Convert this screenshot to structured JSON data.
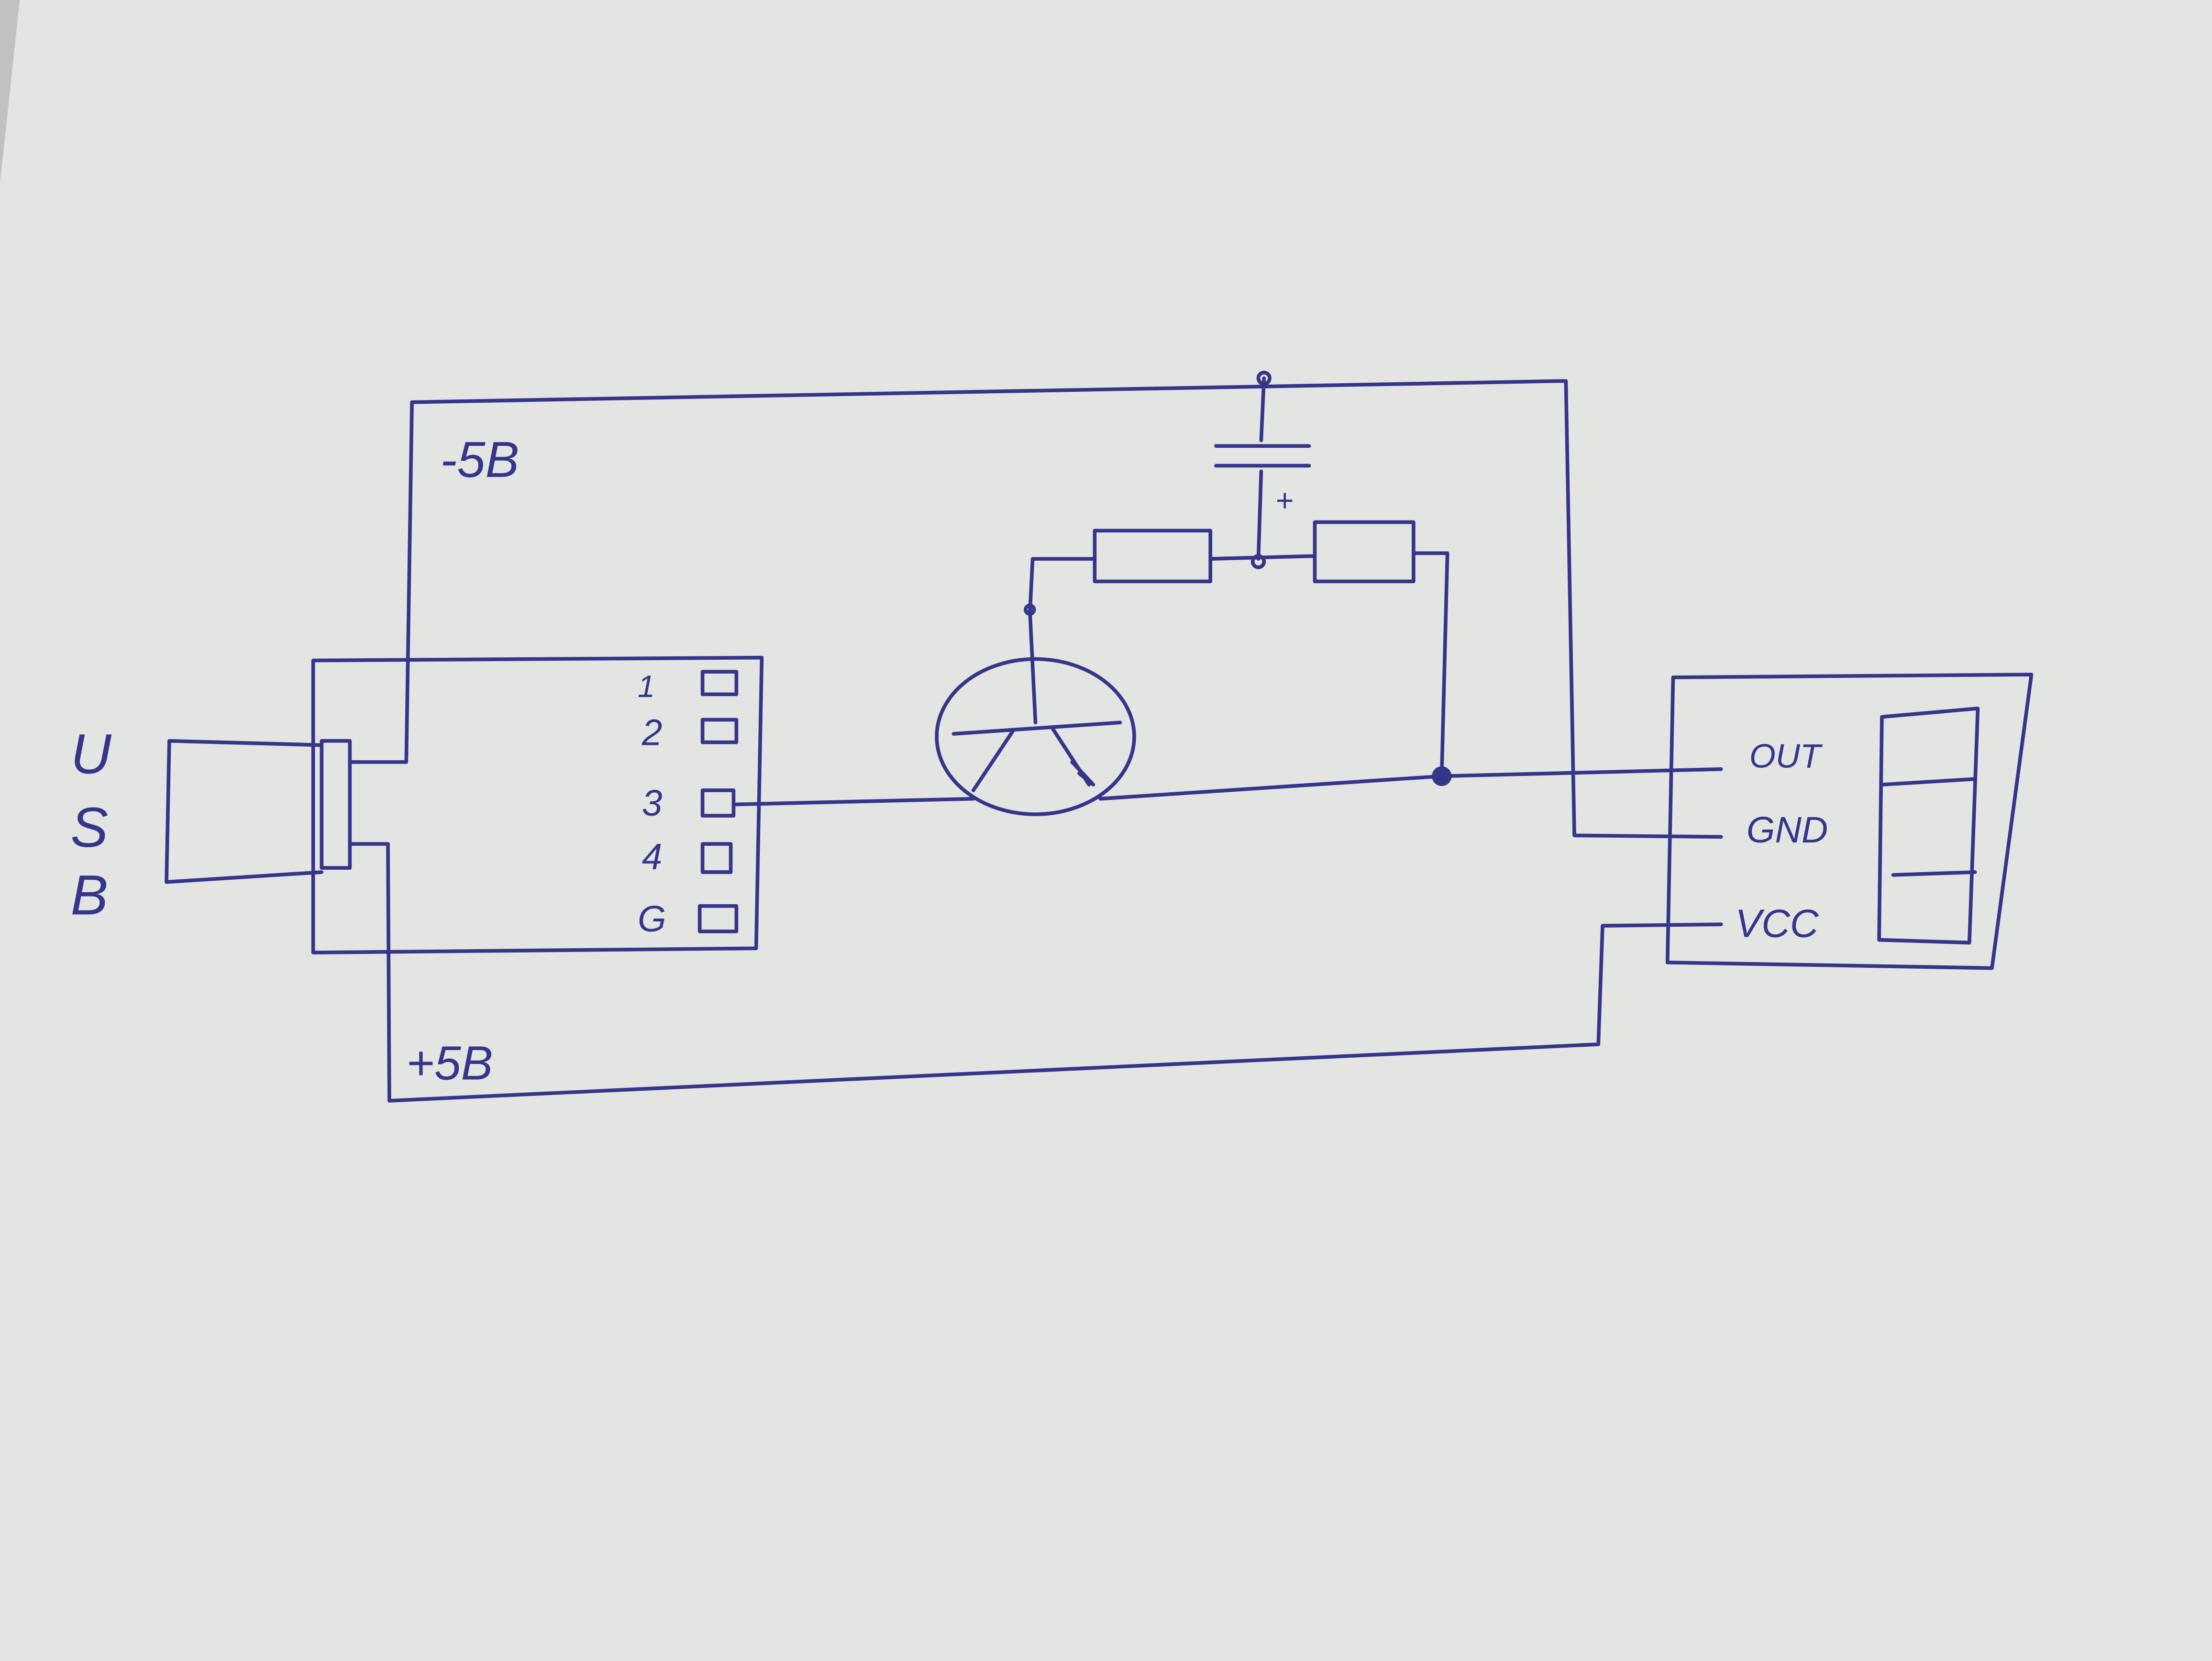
{
  "colors": {
    "ink": "#35358a",
    "paper": "#e3e5e3",
    "shadow": "#c9ccca"
  },
  "labels": {
    "usb_letters": [
      "U",
      "S",
      "B"
    ],
    "minus_5v": "-5B",
    "plus_5v": "+5B",
    "capacitor_plus": "+",
    "module_pins": [
      "1",
      "2",
      "3",
      "4",
      "G"
    ],
    "sensor_pins": [
      "OUT",
      "GND",
      "VCC"
    ]
  }
}
